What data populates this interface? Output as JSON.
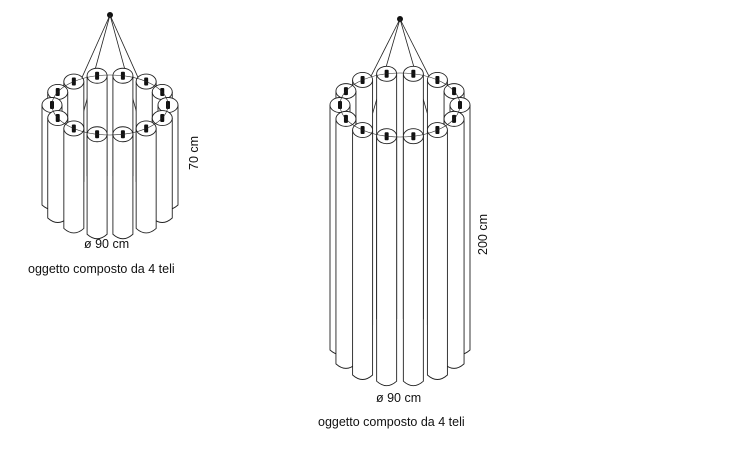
{
  "products": [
    {
      "height_label": "70 cm",
      "diameter_label": "ø 90 cm",
      "caption": "oggetto composto da 4 teli"
    },
    {
      "height_label": "200 cm",
      "diameter_label": "ø 90 cm",
      "caption": "oggetto composto da 4 teli"
    }
  ]
}
